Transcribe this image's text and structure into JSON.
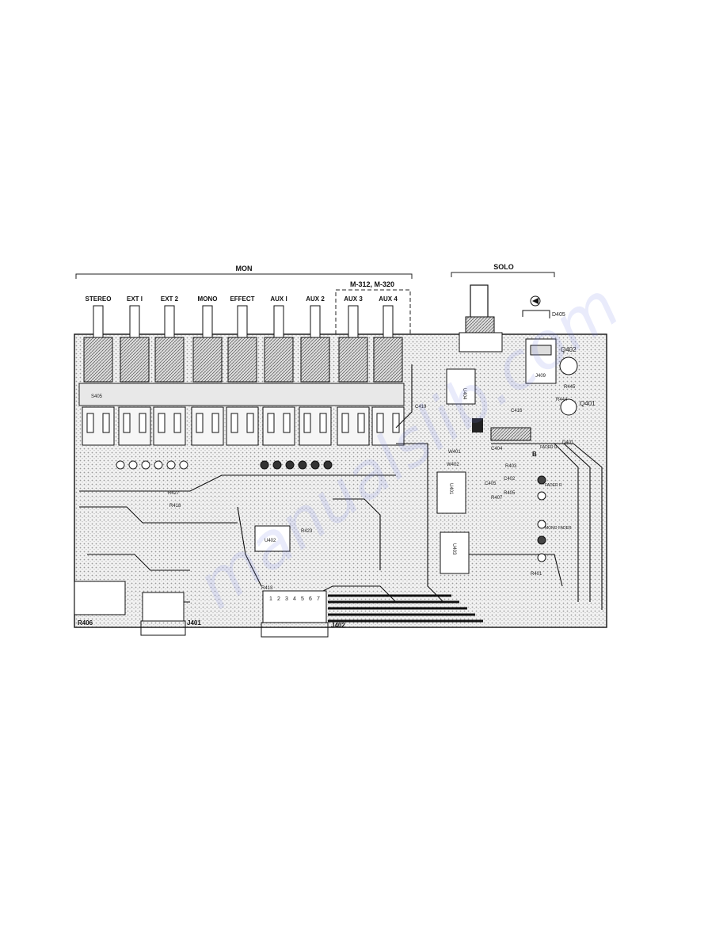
{
  "group_labels": {
    "mon": "MON",
    "solo": "SOLO",
    "models": "M-312, M-320"
  },
  "switches": [
    "STEREO",
    "EXT I",
    "EXT 2",
    "MONO",
    "EFFECT",
    "AUX I",
    "AUX 2",
    "AUX 3",
    "AUX 4"
  ],
  "components": {
    "d405": "D405",
    "q402": "Q402",
    "q401": "Q401",
    "j409": "J409",
    "u404": "U404",
    "u401": "U401",
    "u403": "U403",
    "u402": "U402",
    "c416": "C416",
    "c404": "C404",
    "c405": "C405",
    "c402": "C402",
    "c419": "C419",
    "w401": "W401",
    "w402": "W402",
    "r444": "R444",
    "r445": "R445",
    "r403": "R403",
    "r407": "R407",
    "r405": "R405",
    "r401": "R401",
    "r418": "R418",
    "r427": "R427",
    "r423": "R423",
    "r406": "R406",
    "r413": "R413",
    "d401": "D401",
    "s405": "S405",
    "fader_b": "B",
    "fader": "FADER R",
    "mono_fader": "MONO FADER",
    "fader_r": "FADER R"
  },
  "connectors": {
    "j401": "J401",
    "j402": "J402",
    "r406_block": "R406",
    "j402_pins": [
      "1",
      "2",
      "3",
      "4",
      "5",
      "6",
      "7"
    ]
  },
  "watermark": "manualslib.com"
}
